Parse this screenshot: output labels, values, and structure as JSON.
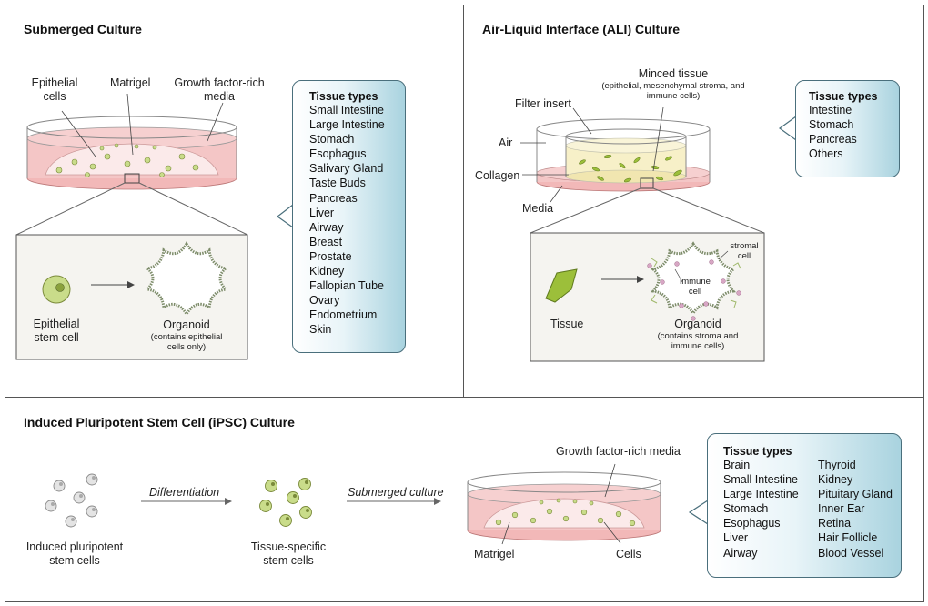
{
  "panels": {
    "submerged": {
      "title": "Submerged Culture",
      "labels": {
        "epithelial_cells": "Epithelial cells",
        "matrigel": "Matrigel",
        "growth_media": "Growth factor-rich media",
        "stem_cell": "Epithelial stem cell",
        "organoid": "Organoid",
        "organoid_note": "(contains epithelial cells only)"
      },
      "tissue_types": {
        "heading": "Tissue types",
        "items": [
          "Small Intestine",
          "Large Intestine",
          "Stomach",
          "Esophagus",
          "Salivary Gland",
          "Taste Buds",
          "Pancreas",
          "Liver",
          "Airway",
          "Breast",
          "Prostate",
          "Kidney",
          "Fallopian Tube",
          "Ovary",
          "Endometrium",
          "Skin"
        ]
      }
    },
    "ali": {
      "title": "Air-Liquid Interface (ALI) Culture",
      "labels": {
        "minced_tissue": "Minced tissue",
        "minced_note": "(epithelial, mesenchymal stroma, and immune cells)",
        "filter_insert": "Filter insert",
        "air": "Air",
        "collagen": "Collagen",
        "media": "Media",
        "tissue": "Tissue",
        "organoid": "Organoid",
        "organoid_note": "(contains stroma and immune cells)",
        "stromal_cell": "stromal cell",
        "immune_cell": "immune cell"
      },
      "tissue_types": {
        "heading": "Tissue types",
        "items": [
          "Intestine",
          "Stomach",
          "Pancreas",
          "Others"
        ]
      }
    },
    "ipsc": {
      "title": "Induced Pluripotent Stem Cell (iPSC) Culture",
      "labels": {
        "ipsc": "Induced pluripotent stem cells",
        "differentiation": "Differentiation",
        "tissue_specific": "Tissue-specific stem cells",
        "submerged_culture": "Submerged culture",
        "growth_media": "Growth factor-rich media",
        "matrigel": "Matrigel",
        "cells": "Cells"
      },
      "tissue_types": {
        "heading": "Tissue types",
        "col1": [
          "Brain",
          "Small Intestine",
          "Large Intestine",
          "Stomach",
          "Esophagus",
          "Liver",
          "Airway"
        ],
        "col2": [
          "Thyroid",
          "Kidney",
          "Pituitary Gland",
          "Inner Ear",
          "Retina",
          "Hair Follicle",
          "Blood Vessel"
        ]
      }
    }
  },
  "colors": {
    "border": "#555555",
    "media_pink": "#f2b8b8",
    "matrigel": "#fbeaea",
    "cell_green": "#c9dc8a",
    "tissue_green": "#9cbf3a",
    "collagen": "#f7f0c8",
    "callout_blue": "#a9d3df"
  }
}
